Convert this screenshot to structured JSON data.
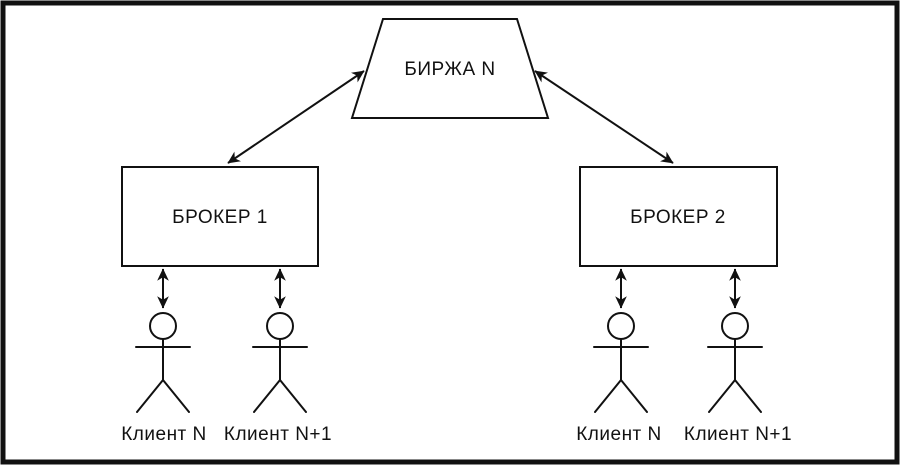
{
  "diagram": {
    "background": "#ffffff",
    "stroke_color": "#111111",
    "text_color": "#111111",
    "exchange": {
      "label": "БИРЖА N",
      "shape": "trapezoid"
    },
    "brokers": [
      {
        "label": "БРОКЕР 1",
        "shape": "rectangle"
      },
      {
        "label": "БРОКЕР 2",
        "shape": "rectangle"
      }
    ],
    "clients": [
      {
        "label": "Клиент N",
        "shape": "stick-figure"
      },
      {
        "label": "Клиент N+1",
        "shape": "stick-figure"
      },
      {
        "label": "Клиент N",
        "shape": "stick-figure"
      },
      {
        "label": "Клиент N+1",
        "shape": "stick-figure"
      }
    ],
    "connections": [
      {
        "from": "БИРЖА N",
        "to": "БРОКЕР 1",
        "type": "bidirectional-arrow"
      },
      {
        "from": "БИРЖА N",
        "to": "БРОКЕР 2",
        "type": "bidirectional-arrow"
      },
      {
        "from": "БРОКЕР 1",
        "to": "Клиент N",
        "type": "bidirectional-arrow"
      },
      {
        "from": "БРОКЕР 1",
        "to": "Клиент N+1",
        "type": "bidirectional-arrow"
      },
      {
        "from": "БРОКЕР 2",
        "to": "Клиент N",
        "type": "bidirectional-arrow"
      },
      {
        "from": "БРОКЕР 2",
        "to": "Клиент N+1",
        "type": "bidirectional-arrow"
      }
    ]
  }
}
